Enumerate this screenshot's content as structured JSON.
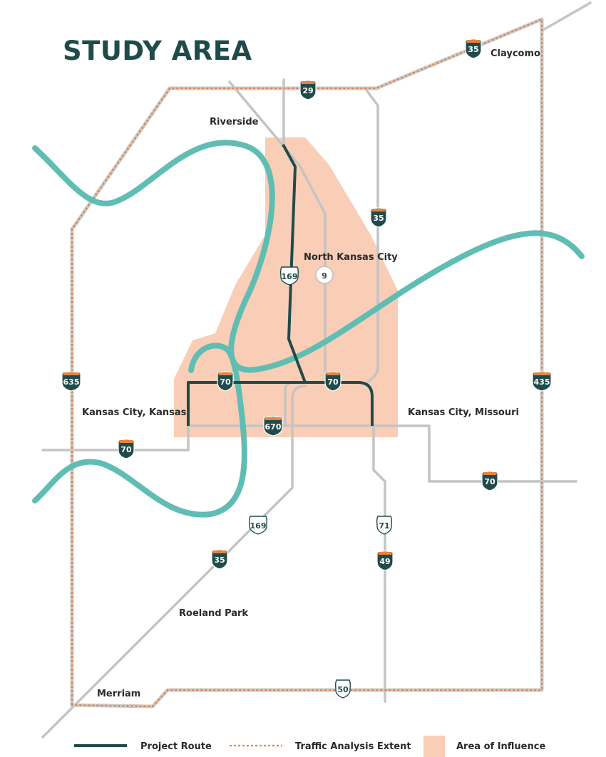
{
  "title": "STUDY AREA",
  "colors": {
    "project_route": "#1f4b4b",
    "traffic_extent_orange": "#e8823f",
    "traffic_extent_gray": "#c9c9c9",
    "area_of_influence": "#f9cdb6",
    "river": "#5fbdb3",
    "roads": "#c4c4c4",
    "interstate_shield": "#1f4b4b",
    "interstate_cap": "#e8823f"
  },
  "places": {
    "claycomo": "Claycomo",
    "riverside": "Riverside",
    "north_kansas_city": "North Kansas City",
    "kansas_city_kansas": "Kansas City, Kansas",
    "kansas_city_missouri": "Kansas City, Missouri",
    "roeland_park": "Roeland Park",
    "merriam": "Merriam"
  },
  "shields": {
    "i35_claycomo": "35",
    "i29": "29",
    "i35_north": "35",
    "us169_north": "169",
    "mo9": "9",
    "i635": "635",
    "i70_west": "70",
    "i70_center": "70",
    "i435": "435",
    "i670": "670",
    "i70_kck": "70",
    "i70_east": "70",
    "us169_south": "169",
    "us71": "71",
    "i35_south": "35",
    "i49": "49",
    "us50": "50"
  },
  "legend": {
    "project_route": "Project Route",
    "traffic_extent": "Traffic Analysis Extent",
    "area_of_influence": "Area of Influence"
  }
}
